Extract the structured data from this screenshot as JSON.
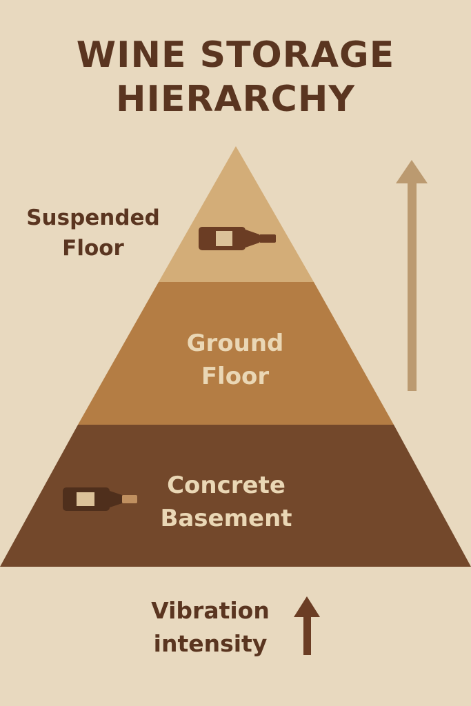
{
  "title": {
    "line1": "WINE STORAGE",
    "line2": "HIERARCHY"
  },
  "tiers": {
    "top": {
      "line1": "Suspended",
      "line2": "Floor"
    },
    "middle": {
      "line1": "Ground",
      "line2": "Floor"
    },
    "bottom": {
      "line1": "Concrete",
      "line2": "Basement"
    }
  },
  "footer": {
    "line1": "Vibration",
    "line2": "intensity"
  },
  "colors": {
    "background": "#e8d9bf",
    "top_tier": "#d3ad78",
    "middle_tier": "#b47d44",
    "bottom_tier": "#73482b",
    "dark_text": "#5a3520",
    "light_text": "#ead7b5",
    "side_arrow": "#bb9a70",
    "bottle": "#6b3d24",
    "bottle_label": "#dcc299"
  },
  "icons": [
    "wine-bottle-icon",
    "up-arrow-icon"
  ]
}
